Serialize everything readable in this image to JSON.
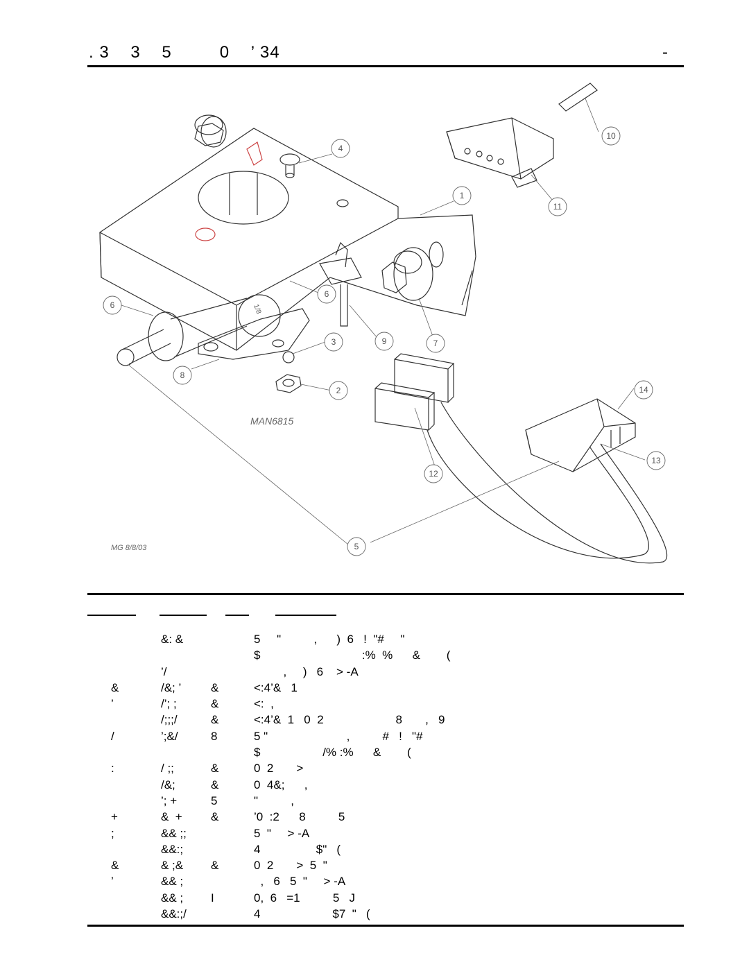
{
  "header": {
    "title": ". 3    3    5         0    ’ 34",
    "page_mark": "-"
  },
  "diagram": {
    "drawing_id": "MAN6815",
    "signature": "MG 8/8/03",
    "callouts": [
      "1",
      "2",
      "3",
      "4",
      "5",
      "6",
      "6",
      "7",
      "8",
      "9",
      "10",
      "11",
      "12",
      "13",
      "14"
    ],
    "rivet_stamp": "1/8"
  },
  "rows": [
    {
      "c1": "",
      "c2": "&: &",
      "c3": "",
      "c4": "5     \"          ,      )  6   !  \"#     \""
    },
    {
      "c1": "",
      "c2": "",
      "c3": "",
      "c4": "$                               :%  %      &        ("
    },
    {
      "c1": "",
      "c2": "’/",
      "c3": "",
      "c4": "         ,     )   6    > -A"
    },
    {
      "c1": "&",
      "c2": "/&; ’",
      "c3": "&",
      "c4": "<:4’&   1"
    },
    {
      "c1": "’",
      "c2": "/’; ;",
      "c3": "&",
      "c4": "<:  ,"
    },
    {
      "c1": "",
      "c2": "/;;;/",
      "c3": "&",
      "c4": "<:4’&  1   0  2                      8       ,   9"
    },
    {
      "c1": "/",
      "c2": "’;&/",
      "c3": "8",
      "c4": "5 \"                        ,          #   !   \"#"
    },
    {
      "c1": "",
      "c2": "",
      "c3": "",
      "c4": "$                   /% :%      &        ("
    },
    {
      "c1": ":",
      "c2": "/ ;;",
      "c3": "&",
      "c4": "0  2       >"
    },
    {
      "c1": "",
      "c2": "/&;",
      "c3": "&",
      "c4": "0  4&;      ,"
    },
    {
      "c1": "",
      "c2": "’; +",
      "c3": "5",
      "c4": "\"          ,"
    },
    {
      "c1": "+",
      "c2": "&  +",
      "c3": "&",
      "c4": "’0  :2      8          5"
    },
    {
      "c1": ";",
      "c2": "&& ;;",
      "c3": "",
      "c4": "5  \"     > -A"
    },
    {
      "c1": "",
      "c2": "&&:;",
      "c3": "",
      "c4": "4                 $\"   ("
    },
    {
      "c1": "&",
      "c2": "& ;&",
      "c3": "&",
      "c4": "0  2       >  5  \""
    },
    {
      "c1": "’",
      "c2": "&& ;",
      "c3": "",
      "c4": "  ,   6   5  \"     > -A"
    },
    {
      "c1": "",
      "c2": "&& ;",
      "c3": "I",
      "c4": "0,  6   =1          5   J"
    },
    {
      "c1": "",
      "c2": "&&:;/",
      "c3": "",
      "c4": "4                      $7  \"   ("
    }
  ]
}
